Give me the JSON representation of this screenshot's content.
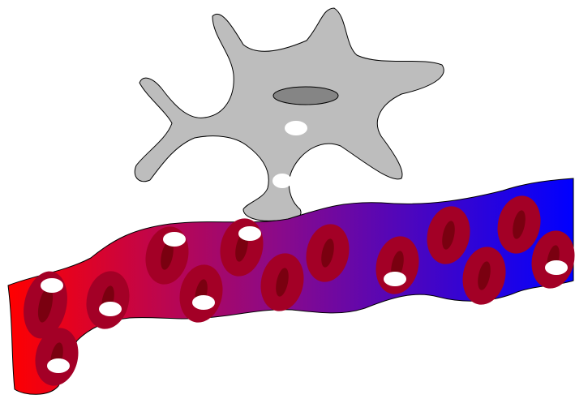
{
  "diagram": {
    "elements": [
      "astrocyte-cell",
      "astrocyte-nucleus",
      "astrocyte-vesicle",
      "astrocyte-endfoot-vesicle",
      "blood-vessel",
      "red-blood-cells",
      "oxygen-markers"
    ],
    "counts": {
      "red_blood_cells": 13,
      "oxygen_markers": 8
    },
    "colors": {
      "astrocyte_fill": "#bdbdbd",
      "nucleus_fill": "#858585",
      "vessel_gradient_start": "#ff0000",
      "vessel_gradient_end": "#0000ff",
      "rbc_outer": "#a30026",
      "rbc_inner": "#7a0010",
      "marker": "#ffffff"
    }
  }
}
